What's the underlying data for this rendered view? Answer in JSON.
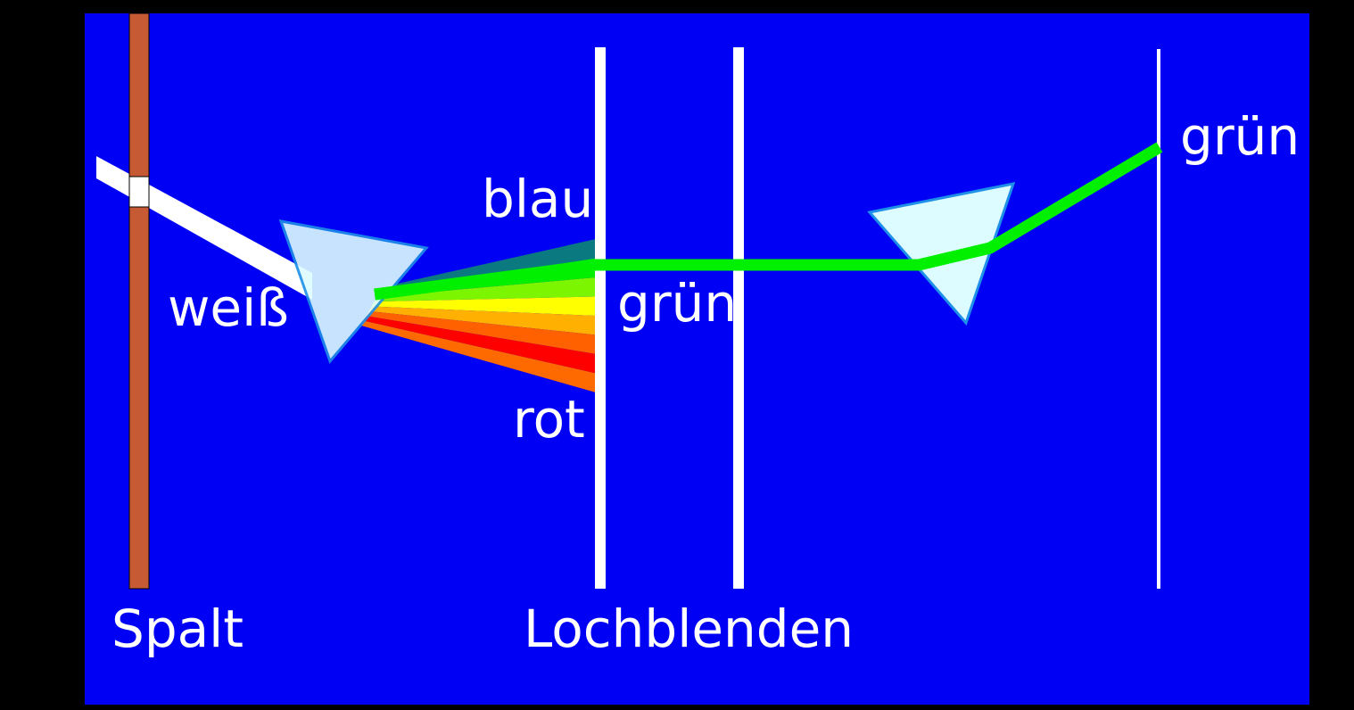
{
  "title": "Spektralzerlegung mit Prisma und Lochblenden",
  "labels": {
    "slit": "Spalt",
    "apertures": "Lochblenden",
    "white": "weiß",
    "blue": "blau",
    "green_mid": "grün",
    "red": "rot",
    "green_right": "grün"
  },
  "colors": {
    "background": "#0000F5",
    "slit": "#C65A34",
    "prism_fill": "#DDFCFF",
    "prism_edge": "#1E90E8",
    "green_beam": "#00F000",
    "spectrum": [
      "#0A7A80",
      "#00F000",
      "#7CF500",
      "#FFFF00",
      "#FFB000",
      "#FF6000",
      "#FF0000",
      "#FF6A00"
    ]
  }
}
